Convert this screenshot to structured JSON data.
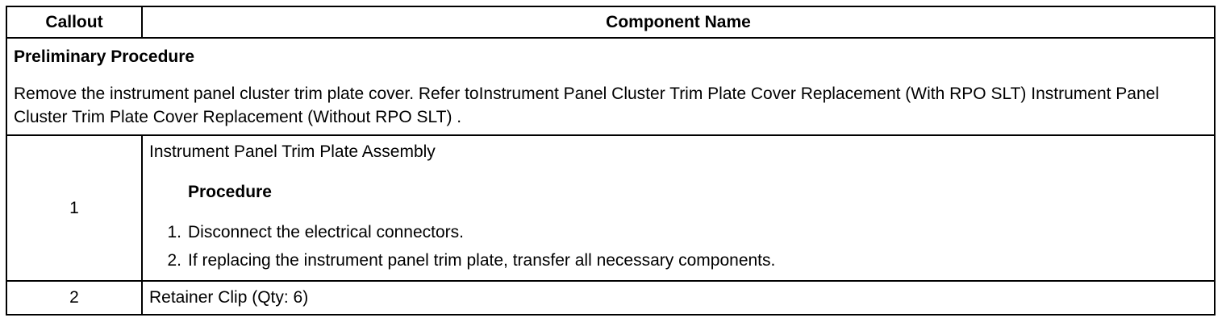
{
  "table": {
    "headers": {
      "callout": "Callout",
      "component_name": "Component Name"
    },
    "preliminary": {
      "heading": "Preliminary Procedure",
      "text": "Remove the instrument panel cluster trim plate cover. Refer toInstrument Panel Cluster Trim Plate Cover Replacement (With RPO SLT) Instrument Panel Cluster Trim Plate Cover Replacement (Without RPO SLT) ."
    },
    "rows": [
      {
        "callout": "1",
        "name": "Instrument Panel Trim Plate Assembly",
        "procedure_heading": "Procedure",
        "steps": [
          {
            "num": "1.",
            "text": "Disconnect the electrical connectors."
          },
          {
            "num": "2.",
            "text": "If replacing the instrument panel trim plate, transfer all necessary components."
          }
        ]
      },
      {
        "callout": "2",
        "name": "Retainer Clip (Qty: 6)"
      }
    ]
  }
}
